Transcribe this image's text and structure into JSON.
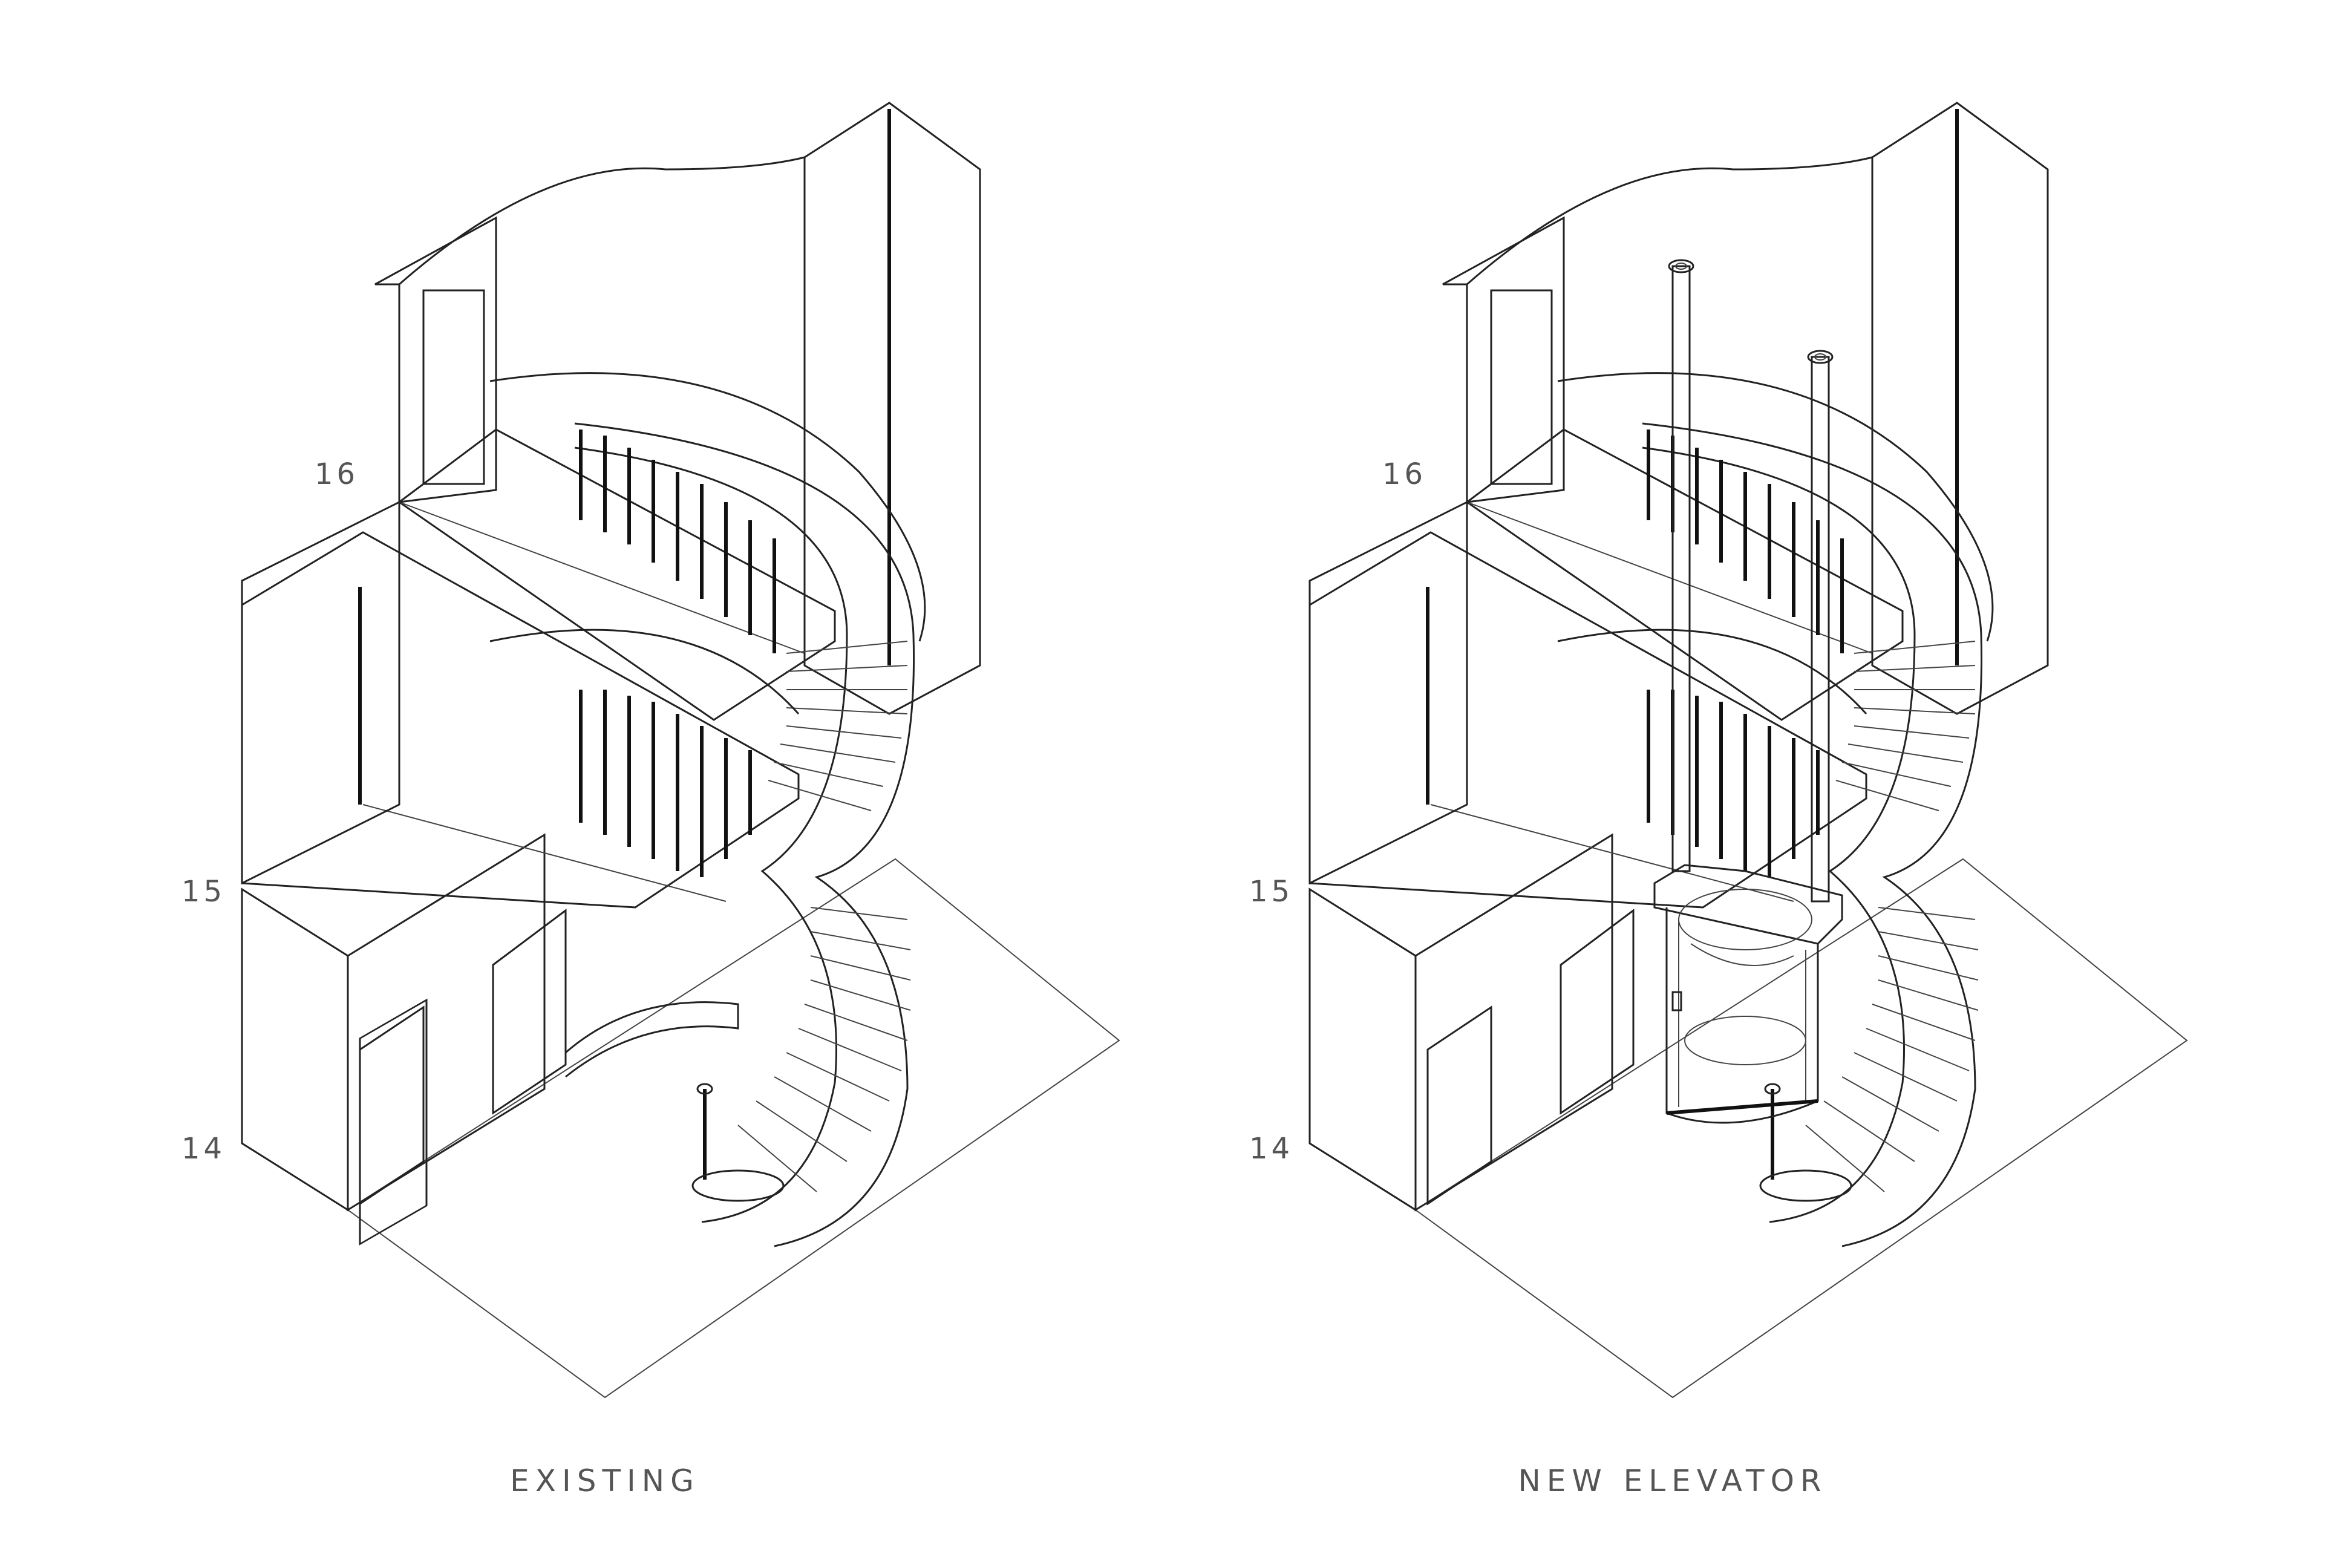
{
  "panels": [
    {
      "id": "existing",
      "caption": "EXISTING",
      "levels": [
        "16",
        "15",
        "14"
      ],
      "has_elevator": false
    },
    {
      "id": "new-elevator",
      "caption": "NEW ELEVATOR",
      "levels": [
        "16",
        "15",
        "14"
      ],
      "has_elevator": true
    }
  ],
  "colors": {
    "line": "#222222",
    "label": "#555555",
    "background": "#ffffff"
  }
}
